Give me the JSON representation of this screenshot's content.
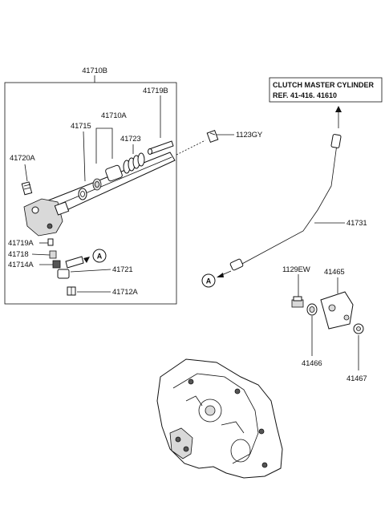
{
  "labels": {
    "l41710B": "41710B",
    "l41719B": "41719B",
    "l41710A": "41710A",
    "l41715": "41715",
    "l41723": "41723",
    "l41720A": "41720A",
    "l41719A": "41719A",
    "l41718": "41718",
    "l41714A": "41714A",
    "l41721": "41721",
    "l41712A": "41712A",
    "l1123GY": "1123GY",
    "l41731": "41731",
    "l1129EW": "1129EW",
    "l41465": "41465",
    "l41466": "41466",
    "l41467": "41467"
  },
  "reference_box": {
    "line1": "CLUTCH MASTER CYLINDER",
    "line2": "REF. 41-416. 41610"
  },
  "markers": {
    "a1": "A",
    "a2": "A"
  }
}
